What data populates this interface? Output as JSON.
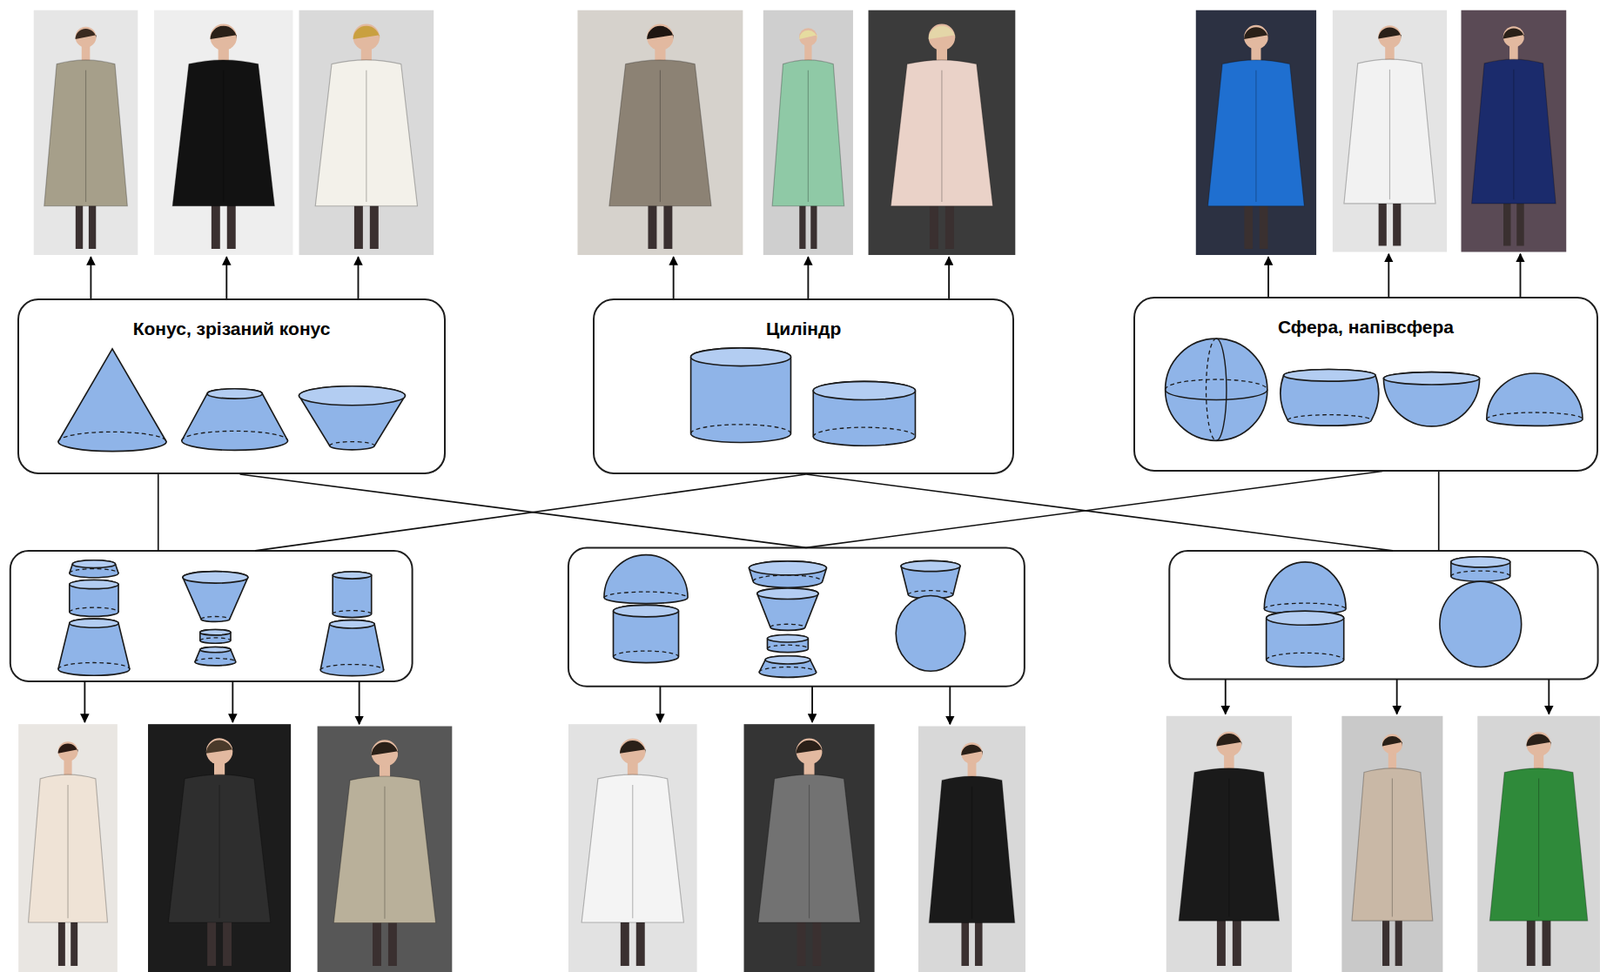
{
  "diagram": {
    "nodes": [
      {
        "text": [
          "Конус, зрізаний конус"
        ]
      },
      {
        "text": [
          "Циліндр"
        ]
      },
      {
        "text": [
          "Сфера, напівсфера"
        ]
      }
    ]
  }
}
